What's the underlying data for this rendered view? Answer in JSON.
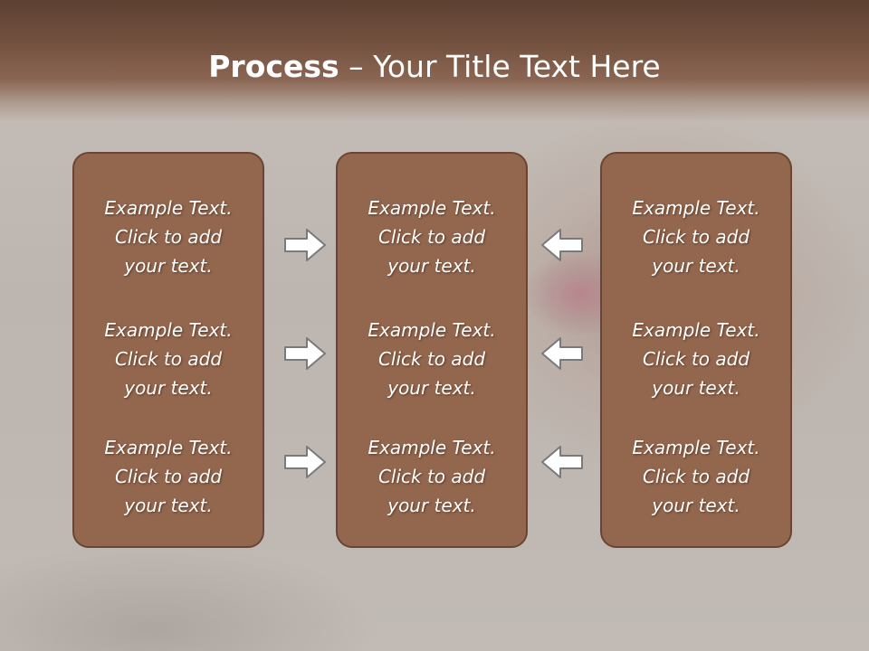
{
  "title": {
    "bold": "Process",
    "rest": " – Your Title Text Here"
  },
  "columns": [
    {
      "blocks": [
        [
          "Example Text.",
          "Click  to add",
          "your text."
        ],
        [
          "Example Text.",
          "Click  to add",
          "your text."
        ],
        [
          "Example Text.",
          "Click  to add",
          "your text."
        ]
      ]
    },
    {
      "blocks": [
        [
          "Example Text.",
          "Click  to add",
          "your text."
        ],
        [
          "Example Text.",
          "Click  to add",
          "your text."
        ],
        [
          "Example Text.",
          "Click  to add",
          "your text."
        ]
      ]
    },
    {
      "blocks": [
        [
          "Example Text.",
          "Click  to add",
          "your text."
        ],
        [
          "Example Text.",
          "Click  to add",
          "your text."
        ],
        [
          "Example Text.",
          "Click  to add",
          "your text."
        ]
      ]
    }
  ],
  "arrows": {
    "left_side": "right",
    "right_side": "left"
  },
  "colors": {
    "panel": "#93674e",
    "panel_border": "#6a4534",
    "header": "#73513f",
    "arrow_fill": "#ffffff",
    "arrow_stroke": "#7a7a7a"
  }
}
